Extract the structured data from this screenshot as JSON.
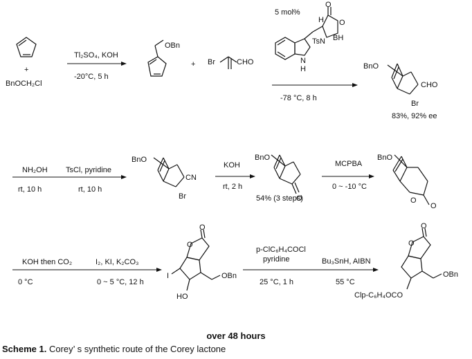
{
  "row1": {
    "cyclopentadiene_plus": "+",
    "bnoch2cl": "BnOCH₂Cl",
    "step1_reagents": "Tl₂SO₄, KOH",
    "step1_conditions": "-20°C, 5 h",
    "diene_label": "OBn",
    "plus": "+",
    "br_label": "Br",
    "cho_label": "CHO",
    "catalyst_loading": "5 mol%",
    "cat_o": "O",
    "cat_o2": "O",
    "cat_h": "H",
    "cat_tsn": "TsN",
    "cat_bh": "BH",
    "cat_nh": "N",
    "cat_nh_h": "H",
    "step2_conditions": "-78 °C, 8 h",
    "product1_bno": "BnO",
    "product1_cho": "CHO",
    "product1_br": "Br",
    "yield1": "83%, 92% ee"
  },
  "row2": {
    "step3_reagent": "NH₂OH",
    "step3_conditions": "rt, 10 h",
    "step4_reagent": "TsCl, pyridine",
    "step4_conditions": "rt, 10 h",
    "nitrile_bno": "BnO",
    "nitrile_cn": "CN",
    "nitrile_br": "Br",
    "step5_reagent": "KOH",
    "step5_conditions": "rt, 2 h",
    "ketone_bno": "BnO",
    "ketone_o": "O",
    "yield2": "54% (3 steps)",
    "step6_reagent": "MCPBA",
    "step6_conditions": "0 ~ -10 °C",
    "lactone_bno": "BnO",
    "lactone_o1": "O",
    "lactone_o2": "O"
  },
  "row3": {
    "step7_reagent": "KOH then CO₂",
    "step7_conditions": "0 °C",
    "step8_reagent": "I₂, KI, K₂CO₃",
    "step8_conditions": "0 ~ 5 °C, 12 h",
    "iodo_o1": "O",
    "iodo_o2": "O",
    "iodo_i": "I",
    "iodo_ho": "HO",
    "iodo_obn": "OBn",
    "step9_reagent_a": "p-ClC₆H₄COCl",
    "step9_reagent_b": "pyridine",
    "step9_conditions": "25 °C, 1 h",
    "step10_reagent": "Bu₃SnH, AIBN",
    "step10_conditions": "55 °C",
    "final_o1": "O",
    "final_o2": "O",
    "final_obn": "OBn",
    "final_ester": "Clp-C₆H₄OCO"
  },
  "caption": {
    "duration": "over 48 hours",
    "scheme_label": "Scheme 1.",
    "scheme_text": "Corey’ s synthetic route of the Corey lactone"
  }
}
